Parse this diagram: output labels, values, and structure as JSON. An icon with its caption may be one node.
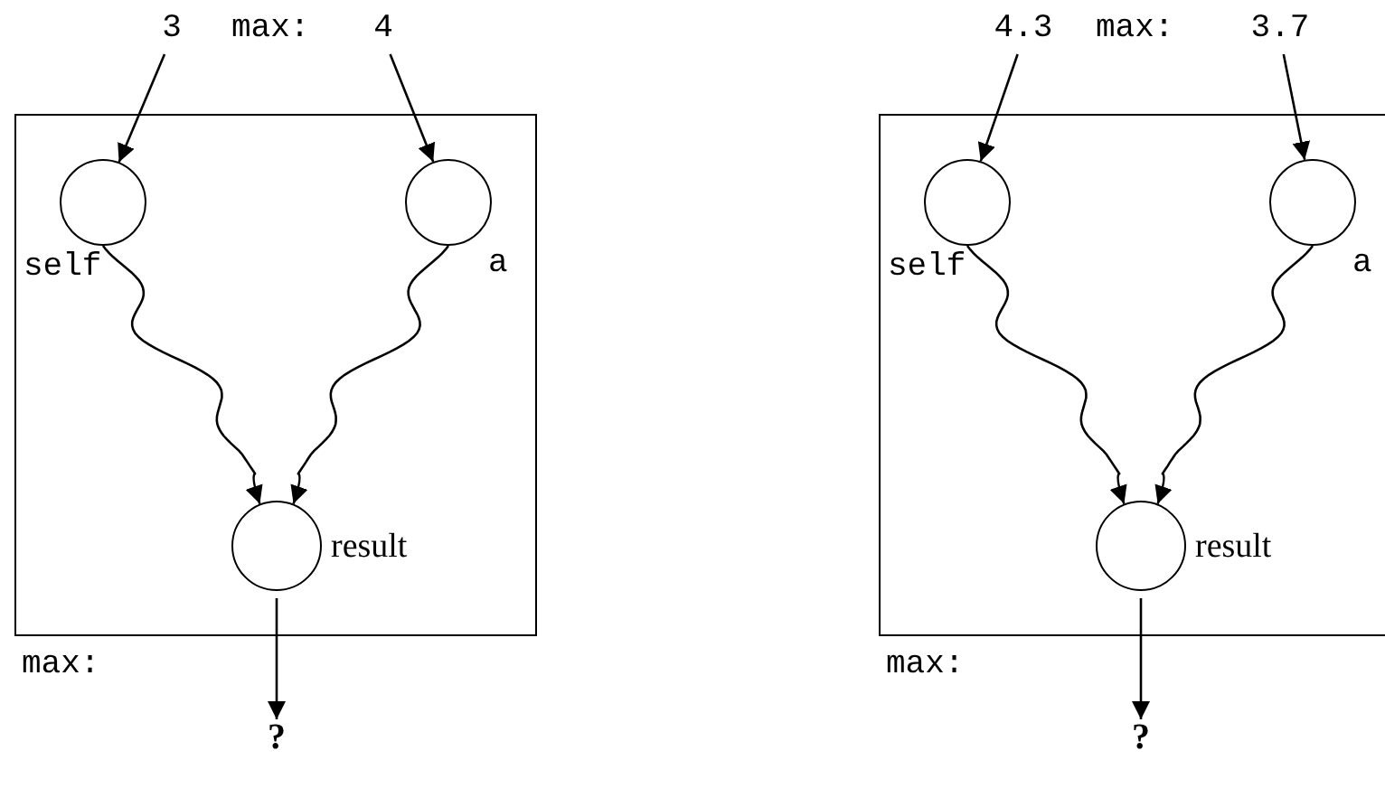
{
  "diagram": {
    "nodes": [
      {
        "text": [
          "3"
        ]
      },
      {
        "text": [
          "4"
        ]
      },
      {
        "text": [],
        "shape": "box",
        "beside": [
          "max:"
        ]
      },
      {
        "text": [],
        "shape": "circle",
        "in": 2,
        "beside": [
          "self"
        ]
      },
      {
        "text": [],
        "shape": "circle",
        "in": 2,
        "beside": [
          "a"
        ]
      },
      {
        "text": [],
        "shape": "circle",
        "in": 2,
        "beside": [
          "result"
        ]
      },
      {
        "text": [
          "?"
        ]
      },
      {
        "text": [
          "4.3"
        ]
      },
      {
        "text": [
          "3.7"
        ]
      },
      {
        "text": [],
        "shape": "box",
        "beside": [
          "max:"
        ]
      },
      {
        "text": [],
        "shape": "circle",
        "in": 9,
        "beside": [
          "self"
        ]
      },
      {
        "text": [],
        "shape": "circle",
        "in": 9,
        "beside": [
          "a"
        ]
      },
      {
        "text": [],
        "shape": "circle",
        "in": 9,
        "beside": [
          "result"
        ]
      },
      {
        "text": [
          "?"
        ]
      }
    ],
    "edges": [
      {
        "from": 0,
        "to": 3,
        "arrow": "to"
      },
      {
        "from": 1,
        "to": 4,
        "arrow": "to"
      },
      {
        "from": 3,
        "to": 5,
        "arrow": "to"
      },
      {
        "from": 4,
        "to": 5,
        "arrow": "to"
      },
      {
        "from": 5,
        "to": 6,
        "arrow": "to"
      },
      {
        "from": 7,
        "to": 10,
        "arrow": "to"
      },
      {
        "from": 8,
        "to": 11,
        "arrow": "to"
      },
      {
        "from": 10,
        "to": 12,
        "arrow": "to"
      },
      {
        "from": 11,
        "to": 12,
        "arrow": "to"
      },
      {
        "from": 12,
        "to": 13,
        "arrow": "to"
      }
    ],
    "labels": [
      "max:",
      "max:"
    ]
  }
}
